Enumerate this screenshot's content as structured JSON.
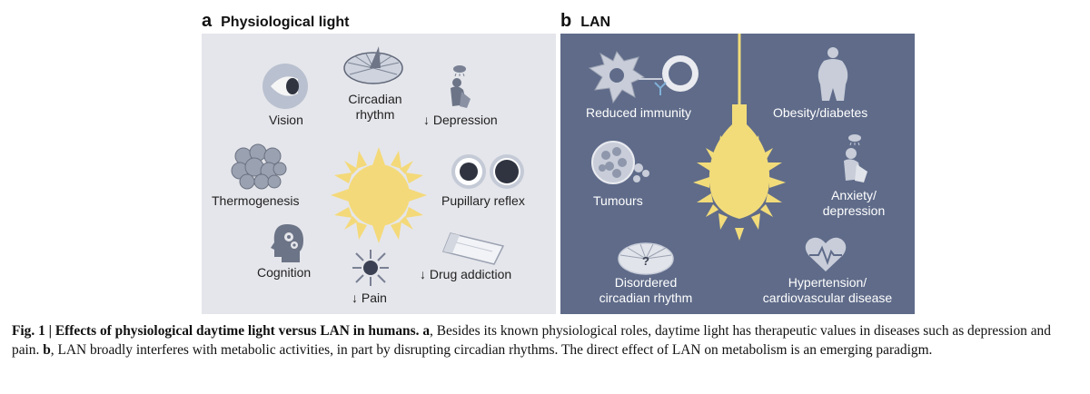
{
  "panel_a": {
    "letter": "a",
    "title": "Physiological light",
    "labels": {
      "vision": "Vision",
      "circadian_l1": "Circadian",
      "circadian_l2": "rhythm",
      "depression": "↓ Depression",
      "thermogenesis": "Thermogenesis",
      "pupillary": "Pupillary reflex",
      "cognition": "Cognition",
      "pain": "↓ Pain",
      "drug": "↓ Drug addiction"
    }
  },
  "panel_b": {
    "letter": "b",
    "title": "LAN",
    "labels": {
      "immunity": "Reduced immunity",
      "obesity": "Obesity/diabetes",
      "tumours": "Tumours",
      "anxiety_l1": "Anxiety/",
      "anxiety_l2": "depression",
      "disordered_l1": "Disordered",
      "disordered_l2": "circadian rhythm",
      "hyper_l1": "Hypertension/",
      "hyper_l2": "cardiovascular disease"
    }
  },
  "caption": {
    "fig_label": "Fig. 1 | Effects of physiological daytime light versus LAN in humans.",
    "a_letter": "a",
    "a_text": ", Besides its known physiological roles, daytime light has therapeutic values in diseases such as depression and pain.",
    "b_letter": "b",
    "b_text": ", LAN broadly interferes with metabolic activities, in part by disrupting circadian rhythms. The direct effect of LAN on metabolism is an emerging paradigm."
  },
  "colors": {
    "panel_a_bg": "#e5e6eb",
    "panel_b_bg": "#5f6b89",
    "sun": "#f4d97a",
    "bulb": "#f2dc7a"
  }
}
